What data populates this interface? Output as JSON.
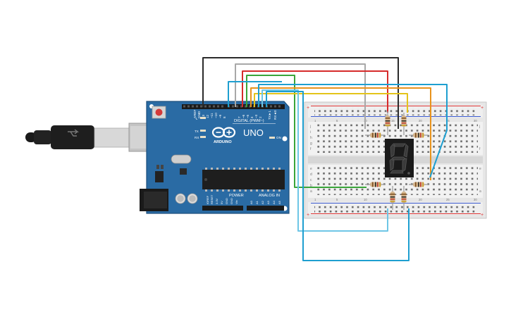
{
  "arduino": {
    "model": "UNO",
    "brand": "ARDUINO",
    "digital_label": "DIGITAL (PWM~)",
    "power_label": "POWER",
    "analog_label": "ANALOG IN",
    "on_label": "ON",
    "tx_label": "TX",
    "rx_label": "RX",
    "l_label": "L",
    "aref_label": "AREF",
    "gnd_label": "GND",
    "pin_13": "13",
    "pin_12": "12",
    "pin_11": "~11",
    "pin_10": "~10",
    "pin_9": "~9",
    "pin_8": "8",
    "pin_7": "7",
    "pin_6": "~6",
    "pin_5": "~5",
    "pin_4": "4",
    "pin_3": "~3",
    "pin_2": "2",
    "pin_1": "TX►1",
    "pin_0": "RX◄0",
    "power_pins": [
      "IOREF",
      "RESET",
      "3.3V",
      "5V",
      "GND",
      "GND",
      "Vin"
    ],
    "analog_pins": [
      "A0",
      "A1",
      "A2",
      "A3",
      "A4",
      "A5"
    ]
  },
  "breadboard": {
    "rail_plus": "+",
    "rail_minus": "−",
    "row_letters_top": [
      "j",
      "i",
      "h",
      "g",
      "f"
    ],
    "row_letters_bottom": [
      "e",
      "d",
      "c",
      "b",
      "a"
    ],
    "columns": [
      "1",
      "5",
      "10",
      "15",
      "20",
      "25",
      "30"
    ]
  },
  "display": {
    "digit": "8",
    "segment_color": "#3a3a3a"
  },
  "colors": {
    "board": "#2a6ba4",
    "board_edge": "#1d4f7c",
    "wire_black": "#2b2b2b",
    "wire_gray": "#a8a8a8",
    "wire_red": "#d62b2b",
    "wire_green": "#3aa53a",
    "wire_orange": "#e8931c",
    "wire_yellow": "#e4c41a",
    "wire_blue": "#1e9fd0",
    "wire_lightblue": "#6ec6e6"
  },
  "icons": {
    "usb": "usb-cable-icon",
    "reset": "reset-button-icon",
    "logo": "arduino-infinity-logo-icon"
  }
}
